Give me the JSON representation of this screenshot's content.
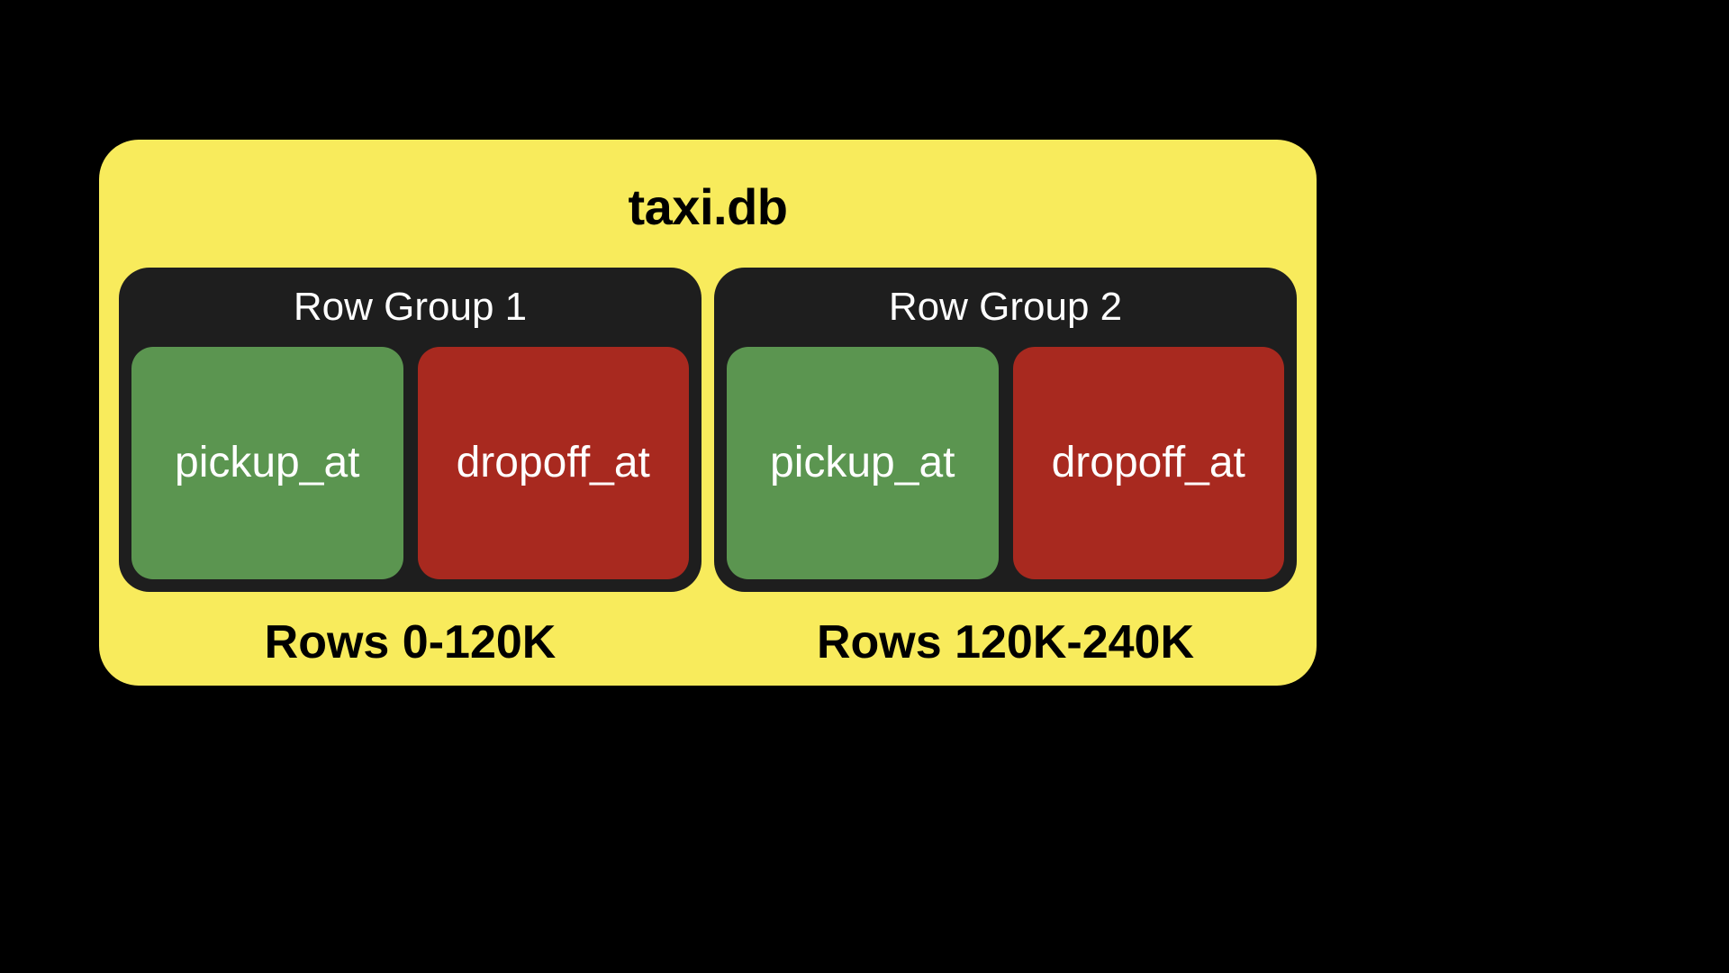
{
  "diagram": {
    "background_color": "#000000",
    "database": {
      "title": "taxi.db",
      "container_color": "#F8EB5C",
      "title_color": "#000000"
    },
    "colors": {
      "row_group_bg": "#1E1E1E",
      "pickup_column": "#5B9550",
      "dropoff_column": "#A8291F",
      "label_text": "#FFFFFF"
    },
    "row_groups": [
      {
        "label": "Row Group 1",
        "row_range": "Rows 0-120K",
        "columns": [
          {
            "name": "pickup_at",
            "color_key": "pickup_column"
          },
          {
            "name": "dropoff_at",
            "color_key": "dropoff_column"
          }
        ]
      },
      {
        "label": "Row Group 2",
        "row_range": "Rows 120K-240K",
        "columns": [
          {
            "name": "pickup_at",
            "color_key": "pickup_column"
          },
          {
            "name": "dropoff_at",
            "color_key": "dropoff_column"
          }
        ]
      }
    ]
  }
}
